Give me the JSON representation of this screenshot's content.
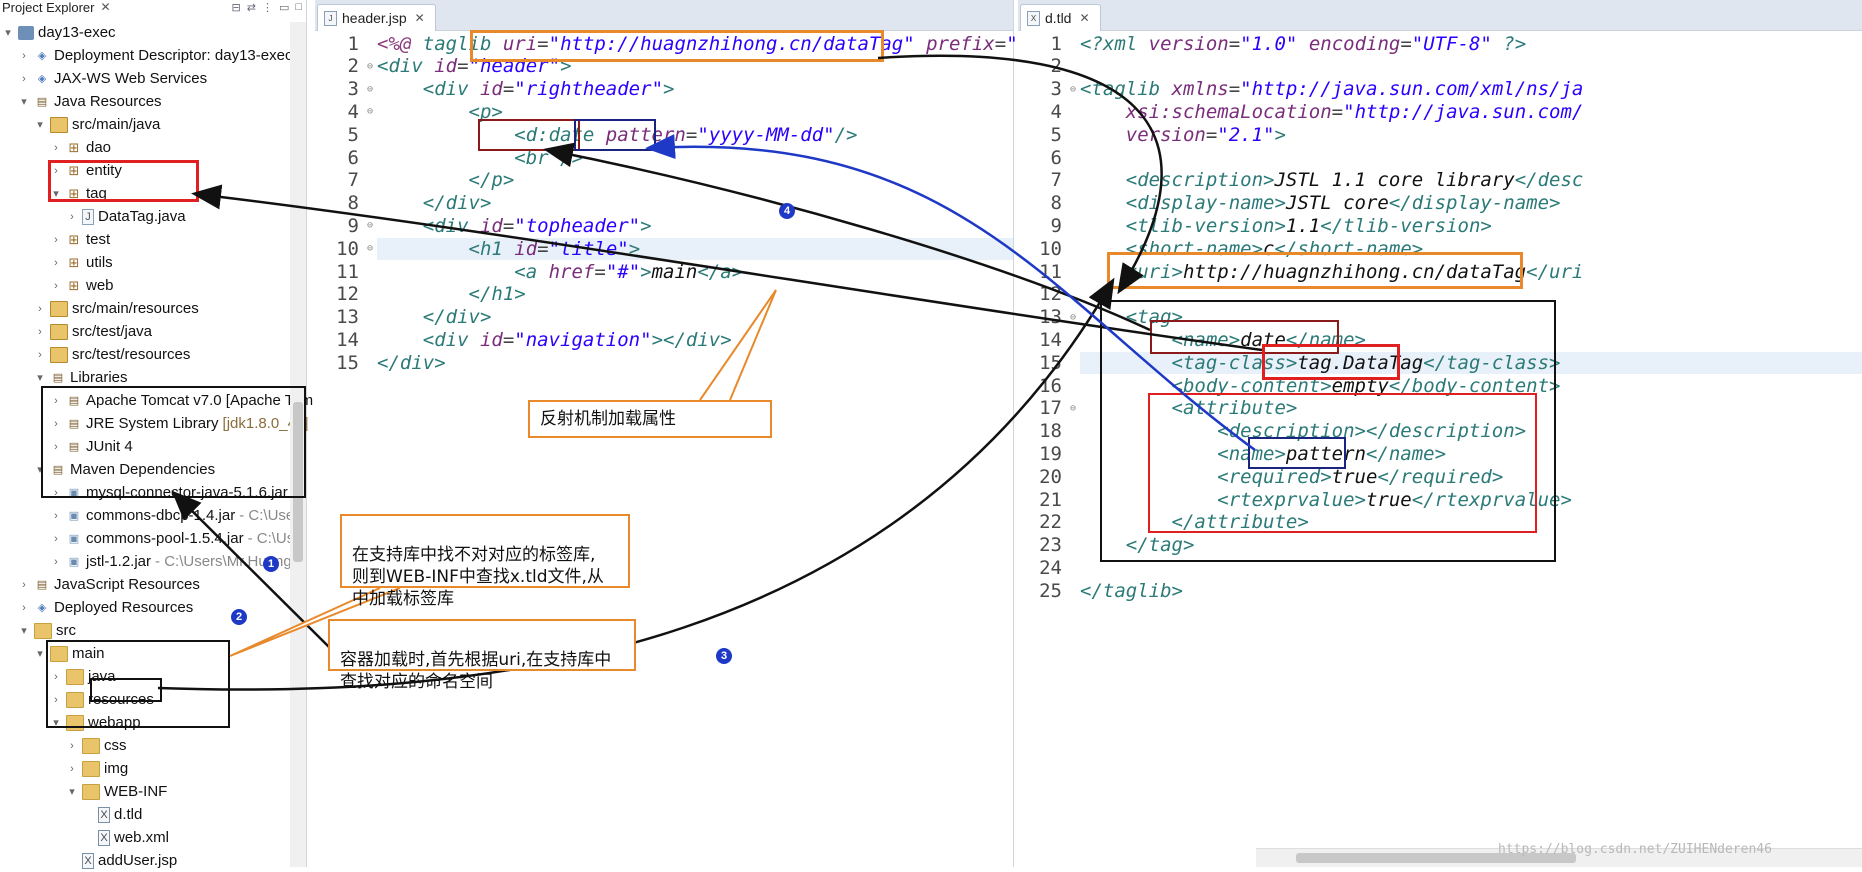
{
  "explorer": {
    "title": "Project Explorer",
    "items": [
      {
        "tw": "▾",
        "icon": "project",
        "label": "day13-exec",
        "indent": 0
      },
      {
        "tw": "›",
        "icon": "web",
        "label": "Deployment Descriptor: day13-exec",
        "indent": 1
      },
      {
        "tw": "›",
        "icon": "web",
        "label": "JAX-WS Web Services",
        "indent": 1
      },
      {
        "tw": "▾",
        "icon": "lib",
        "label": "Java Resources",
        "indent": 1
      },
      {
        "tw": "▾",
        "icon": "srcfolder",
        "label": "src/main/java",
        "indent": 2
      },
      {
        "tw": "›",
        "icon": "pkg",
        "label": "dao",
        "indent": 3
      },
      {
        "tw": "›",
        "icon": "pkg",
        "label": "entity",
        "indent": 3
      },
      {
        "tw": "▾",
        "icon": "pkg",
        "label": "tag",
        "indent": 3
      },
      {
        "tw": "›",
        "icon": "java",
        "label": "DataTag.java",
        "indent": 4
      },
      {
        "tw": "›",
        "icon": "pkg",
        "label": "test",
        "indent": 3
      },
      {
        "tw": "›",
        "icon": "pkg",
        "label": "utils",
        "indent": 3
      },
      {
        "tw": "›",
        "icon": "pkg",
        "label": "web",
        "indent": 3
      },
      {
        "tw": "›",
        "icon": "srcfolder",
        "label": "src/main/resources",
        "indent": 2
      },
      {
        "tw": "›",
        "icon": "srcfolder",
        "label": "src/test/java",
        "indent": 2
      },
      {
        "tw": "›",
        "icon": "srcfolder",
        "label": "src/test/resources",
        "indent": 2
      },
      {
        "tw": "▾",
        "icon": "lib",
        "label": "Libraries",
        "indent": 2
      },
      {
        "tw": "›",
        "icon": "lib",
        "label": "Apache Tomcat v7.0 [Apache Tom",
        "indent": 3
      },
      {
        "tw": "›",
        "icon": "lib",
        "label": "JRE System Library",
        "extra": "[jdk1.8.0_45]",
        "indent": 3
      },
      {
        "tw": "›",
        "icon": "lib",
        "label": "JUnit 4",
        "indent": 3
      },
      {
        "tw": "▾",
        "icon": "lib",
        "label": "Maven Dependencies",
        "indent": 2
      },
      {
        "tw": "›",
        "icon": "jar",
        "label": "mysql-connector-java-5.1.6.jar",
        "path": "-",
        "indent": 3
      },
      {
        "tw": "›",
        "icon": "jar",
        "label": "commons-dbcp-1.4.jar",
        "path": "- C:\\Use",
        "indent": 3
      },
      {
        "tw": "›",
        "icon": "jar",
        "label": "commons-pool-1.5.4.jar",
        "path": "- C:\\Us",
        "indent": 3
      },
      {
        "tw": "›",
        "icon": "jar",
        "label": "jstl-1.2.jar",
        "path": "- C:\\Users\\Mr.Huang\\",
        "indent": 3
      },
      {
        "tw": "›",
        "icon": "lib",
        "label": "JavaScript Resources",
        "indent": 1
      },
      {
        "tw": "›",
        "icon": "web",
        "label": "Deployed Resources",
        "indent": 1
      },
      {
        "tw": "▾",
        "icon": "folder",
        "label": "src",
        "indent": 1
      },
      {
        "tw": "▾",
        "icon": "folder",
        "label": "main",
        "indent": 2
      },
      {
        "tw": "›",
        "icon": "folder",
        "label": "java",
        "indent": 3
      },
      {
        "tw": "›",
        "icon": "folder",
        "label": "resources",
        "indent": 3
      },
      {
        "tw": "▾",
        "icon": "folder",
        "label": "webapp",
        "indent": 3
      },
      {
        "tw": "›",
        "icon": "folder",
        "label": "css",
        "indent": 4
      },
      {
        "tw": "›",
        "icon": "folder",
        "label": "img",
        "indent": 4
      },
      {
        "tw": "▾",
        "icon": "folder",
        "label": "WEB-INF",
        "indent": 4
      },
      {
        "tw": "",
        "icon": "xml",
        "label": "d.tld",
        "indent": 5
      },
      {
        "tw": "",
        "icon": "xml",
        "label": "web.xml",
        "indent": 5
      },
      {
        "tw": "",
        "icon": "xml",
        "label": "addUser.jsp",
        "indent": 4
      }
    ]
  },
  "editor_left": {
    "tab_label": "header.jsp",
    "lines": [
      {
        "n": "1",
        "fold": "",
        "segs": [
          [
            "kw",
            "<%@ "
          ],
          [
            "t",
            "taglib "
          ],
          [
            "a",
            "uri"
          ],
          [
            "p",
            "="
          ],
          [
            "v",
            "\"http://huagnzhihong.cn/dataTag\""
          ],
          [
            "a",
            " prefix"
          ],
          [
            "p",
            "="
          ],
          [
            "v",
            "\"d"
          ]
        ]
      },
      {
        "n": "2",
        "fold": "⊖",
        "segs": [
          [
            "t",
            "<div "
          ],
          [
            "a",
            "id"
          ],
          [
            "p",
            "="
          ],
          [
            "v",
            "\"header\""
          ],
          [
            "t",
            ">"
          ]
        ]
      },
      {
        "n": "3",
        "fold": "⊖",
        "segs": [
          [
            "t",
            "    <div "
          ],
          [
            "a",
            "id"
          ],
          [
            "p",
            "="
          ],
          [
            "v",
            "\"rightheader\""
          ],
          [
            "t",
            ">"
          ]
        ]
      },
      {
        "n": "4",
        "fold": "⊖",
        "segs": [
          [
            "t",
            "        <p>"
          ]
        ]
      },
      {
        "n": "5",
        "fold": "",
        "segs": [
          [
            "t",
            "            <d:date "
          ],
          [
            "a",
            "pattern"
          ],
          [
            "p",
            "="
          ],
          [
            "v",
            "\"yyyy-MM-dd\""
          ],
          [
            "t",
            "/>"
          ]
        ]
      },
      {
        "n": "6",
        "fold": "",
        "segs": [
          [
            "t",
            "            <br />"
          ]
        ]
      },
      {
        "n": "7",
        "fold": "",
        "segs": [
          [
            "t",
            "        </p>"
          ]
        ]
      },
      {
        "n": "8",
        "fold": "",
        "segs": [
          [
            "t",
            "    </div>"
          ]
        ]
      },
      {
        "n": "9",
        "fold": "⊖",
        "segs": [
          [
            "t",
            "    <div "
          ],
          [
            "a",
            "id"
          ],
          [
            "p",
            "="
          ],
          [
            "v",
            "\"topheader\""
          ],
          [
            "t",
            ">"
          ]
        ]
      },
      {
        "n": "10",
        "fold": "⊖",
        "hl": true,
        "segs": [
          [
            "t",
            "        <h1 "
          ],
          [
            "a",
            "id"
          ],
          [
            "p",
            "="
          ],
          [
            "v",
            "\"title\""
          ],
          [
            "t",
            ">"
          ]
        ]
      },
      {
        "n": "11",
        "fold": "",
        "segs": [
          [
            "t",
            "            <a "
          ],
          [
            "a",
            "href"
          ],
          [
            "p",
            "="
          ],
          [
            "v",
            "\"#\""
          ],
          [
            "t",
            ">"
          ],
          [
            "txt",
            "main"
          ],
          [
            "t",
            "</a>"
          ]
        ]
      },
      {
        "n": "12",
        "fold": "",
        "segs": [
          [
            "t",
            "        </h1>"
          ]
        ]
      },
      {
        "n": "13",
        "fold": "",
        "segs": [
          [
            "t",
            "    </div>"
          ]
        ]
      },
      {
        "n": "14",
        "fold": "",
        "segs": [
          [
            "t",
            "    <div "
          ],
          [
            "a",
            "id"
          ],
          [
            "p",
            "="
          ],
          [
            "v",
            "\"navigation\""
          ],
          [
            "t",
            "></div>"
          ]
        ]
      },
      {
        "n": "15",
        "fold": "",
        "segs": [
          [
            "t",
            "</div>"
          ]
        ]
      }
    ]
  },
  "editor_right": {
    "tab_label": "d.tld",
    "lines": [
      {
        "n": "1",
        "fold": "",
        "segs": [
          [
            "t",
            "<?xml "
          ],
          [
            "a",
            "version"
          ],
          [
            "p",
            "="
          ],
          [
            "v",
            "\"1.0\""
          ],
          [
            "a",
            " encoding"
          ],
          [
            "p",
            "="
          ],
          [
            "v",
            "\"UTF-8\""
          ],
          [
            "t",
            " ?>"
          ]
        ]
      },
      {
        "n": "2",
        "fold": "",
        "segs": []
      },
      {
        "n": "3",
        "fold": "⊖",
        "segs": [
          [
            "t",
            "<taglib "
          ],
          [
            "a",
            "xmlns"
          ],
          [
            "p",
            "="
          ],
          [
            "v",
            "\"http://java.sun.com/xml/ns/ja"
          ]
        ]
      },
      {
        "n": "4",
        "fold": "",
        "segs": [
          [
            "a",
            "    xsi:schemaLocation"
          ],
          [
            "p",
            "="
          ],
          [
            "v",
            "\"http://java.sun.com/"
          ]
        ]
      },
      {
        "n": "5",
        "fold": "",
        "segs": [
          [
            "a",
            "    version"
          ],
          [
            "p",
            "="
          ],
          [
            "v",
            "\"2.1\""
          ],
          [
            "t",
            ">"
          ]
        ]
      },
      {
        "n": "6",
        "fold": "",
        "segs": []
      },
      {
        "n": "7",
        "fold": "",
        "segs": [
          [
            "t",
            "    <description>"
          ],
          [
            "txt",
            "JSTL 1.1 core library"
          ],
          [
            "t",
            "</desc"
          ]
        ]
      },
      {
        "n": "8",
        "fold": "",
        "segs": [
          [
            "t",
            "    <display-name>"
          ],
          [
            "txt",
            "JSTL core"
          ],
          [
            "t",
            "</display-name>"
          ]
        ]
      },
      {
        "n": "9",
        "fold": "",
        "segs": [
          [
            "t",
            "    <tlib-version>"
          ],
          [
            "txt",
            "1.1"
          ],
          [
            "t",
            "</tlib-version>"
          ]
        ]
      },
      {
        "n": "10",
        "fold": "",
        "segs": [
          [
            "t",
            "    <short-name>"
          ],
          [
            "txt",
            "c"
          ],
          [
            "t",
            "</short-name>"
          ]
        ]
      },
      {
        "n": "11",
        "fold": "",
        "segs": [
          [
            "t",
            "    <uri>"
          ],
          [
            "txt",
            "http://huagnzhihong.cn/dataTag"
          ],
          [
            "t",
            "</uri"
          ]
        ]
      },
      {
        "n": "12",
        "fold": "",
        "segs": []
      },
      {
        "n": "13",
        "fold": "⊖",
        "segs": [
          [
            "t",
            "    <tag>"
          ]
        ]
      },
      {
        "n": "14",
        "fold": "",
        "segs": [
          [
            "t",
            "        <name>"
          ],
          [
            "txt",
            "date"
          ],
          [
            "t",
            "</name>"
          ]
        ]
      },
      {
        "n": "15",
        "fold": "",
        "hl": true,
        "segs": [
          [
            "t",
            "        <tag-class>"
          ],
          [
            "txt",
            "tag.DataTag"
          ],
          [
            "t",
            "</tag-class>"
          ]
        ]
      },
      {
        "n": "16",
        "fold": "",
        "segs": [
          [
            "t",
            "        <body-content>"
          ],
          [
            "txt",
            "empty"
          ],
          [
            "t",
            "</body-content>"
          ]
        ]
      },
      {
        "n": "17",
        "fold": "⊖",
        "segs": [
          [
            "t",
            "        <attribute>"
          ]
        ]
      },
      {
        "n": "18",
        "fold": "",
        "segs": [
          [
            "t",
            "            <description></description>"
          ]
        ]
      },
      {
        "n": "19",
        "fold": "",
        "segs": [
          [
            "t",
            "            <name>"
          ],
          [
            "txt",
            "pattern"
          ],
          [
            "t",
            "</name>"
          ]
        ]
      },
      {
        "n": "20",
        "fold": "",
        "segs": [
          [
            "t",
            "            <required>"
          ],
          [
            "txt",
            "true"
          ],
          [
            "t",
            "</required>"
          ]
        ]
      },
      {
        "n": "21",
        "fold": "",
        "segs": [
          [
            "t",
            "            <rtexprvalue>"
          ],
          [
            "txt",
            "true"
          ],
          [
            "t",
            "</rtexprvalue>"
          ]
        ]
      },
      {
        "n": "22",
        "fold": "",
        "segs": [
          [
            "t",
            "        </attribute>"
          ]
        ]
      },
      {
        "n": "23",
        "fold": "",
        "segs": [
          [
            "t",
            "    </tag>"
          ]
        ]
      },
      {
        "n": "24",
        "fold": "",
        "segs": []
      },
      {
        "n": "25",
        "fold": "",
        "segs": [
          [
            "t",
            "</taglib>"
          ]
        ]
      }
    ]
  },
  "callouts": {
    "reflection": "反射机制加载属性",
    "web_inf": "在支持库中找不对对应的标签库,\n则到WEB-INF中查找x.tld文件,从\n中加载标签库",
    "container": "容器加载时,首先根据uri,在支持库中\n查找对应的命名空间"
  },
  "step_numbers": [
    "1",
    "2",
    "3",
    "4"
  ],
  "watermark": "https://blog.csdn.net/ZUIHENderen46",
  "colors": {
    "orange": "#e8892b",
    "red": "#e02020",
    "darkred": "#8b1a1a",
    "navy": "#1a237e",
    "black": "#111111",
    "blue": "#1f39c7"
  }
}
